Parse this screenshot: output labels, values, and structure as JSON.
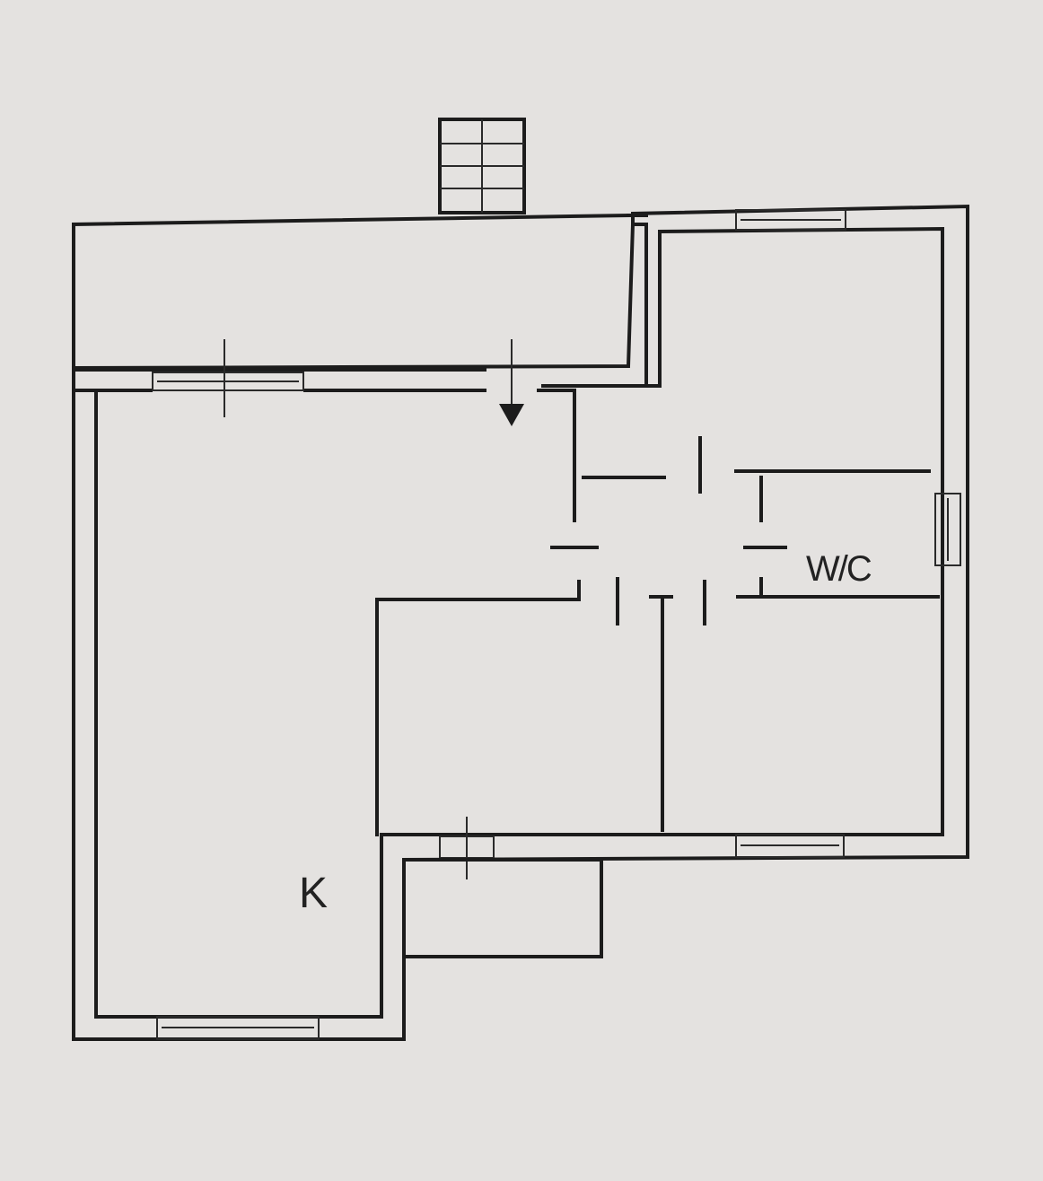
{
  "floor_plan": {
    "rooms": [
      {
        "id": "kitchen",
        "label": "K"
      },
      {
        "id": "wc",
        "label": "W/C"
      }
    ],
    "colors": {
      "paper": "#e4e2e0",
      "ink": "#1c1c1c"
    }
  }
}
